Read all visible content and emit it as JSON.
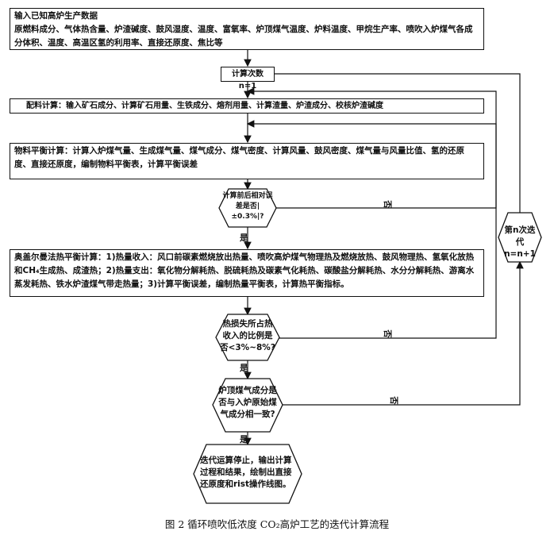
{
  "steps": {
    "input": "输入已知高炉生产数据\n原燃料成分、气体热含量、炉渣碱度、鼓风湿度、温度、富氧率、炉顶煤气温度、炉料温度、甲烷生产率、喷吹入炉煤气各成分体积、温度、高温区氢的利用率、直接还原度、焦比等",
    "init": "计算次数n=1",
    "burden": "配料计算：输入矿石成分、计算矿石用量、生铁成分、熔剂用量、计算渣量、炉渣成分、校核炉渣碱度",
    "material": "物料平衡计算：计算入炉煤气量、生成煤气量、煤气成分、煤气密度、计算风量、鼓风密度、煤气量与风量比值、氢的还原度、直接还原度，编制物料平衡表，计算平衡误差",
    "heat": "奥盖尔曼法热平衡计算：1)热量收入：风口前碳素燃烧放出热量、喷吹高炉煤气物理热及燃烧放热、鼓风物理热、氢氧化放热和CH₄生成热、成渣热；2)热量支出：氧化物分解耗热、脱硫耗热及碳素气化耗热、碳酸盐分解耗热、水分分解耗热、游离水蒸发耗热、铁水炉渣煤气带走热量；3)计算平衡误差，编制热量平衡表，计算热平衡指标。",
    "stop": "迭代运算停止，输出计算过程和结果，绘制出直接还原度和rist操作线图。"
  },
  "decisions": {
    "d1": "计算前后相对误差是否|±0.3%|?",
    "d2": "热损失所占热收入的比例是否<3%~8%?",
    "d3": "炉顶煤气成分是否与入炉原始煤气成分相一致?",
    "iterate": "第n次迭代n=n+1"
  },
  "labels": {
    "yes": "是",
    "no": "否"
  },
  "caption": "图 2   循环喷吹低浓度 CO₂高炉工艺的迭代计算流程"
}
